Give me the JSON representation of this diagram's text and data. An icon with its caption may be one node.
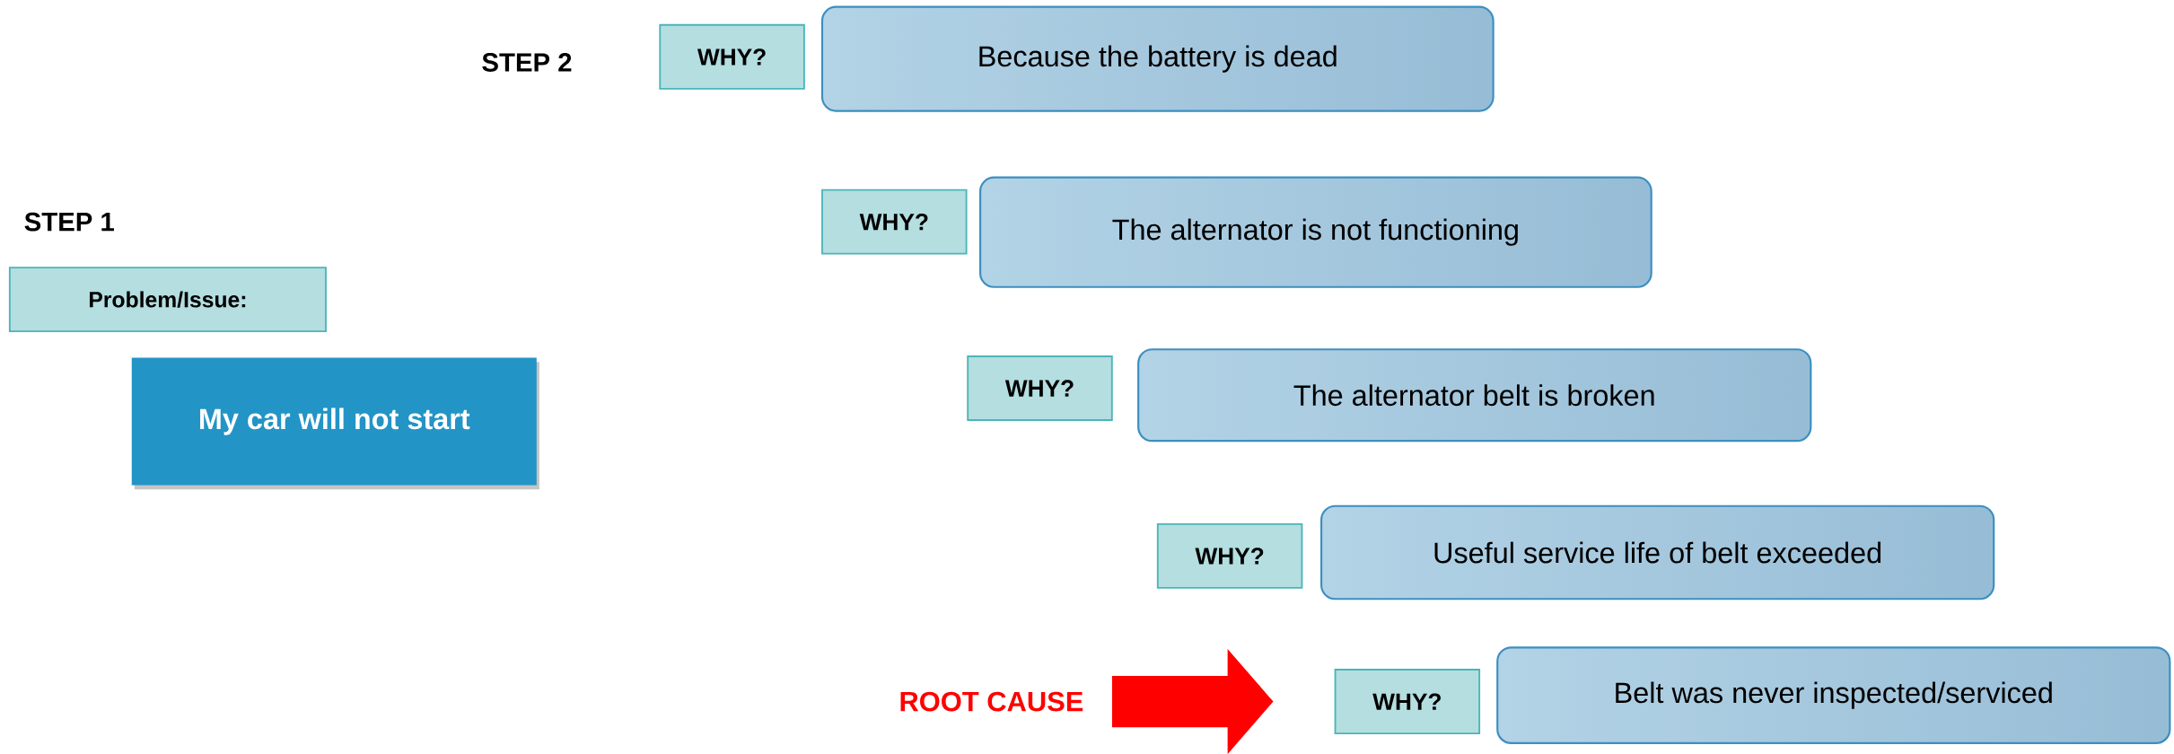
{
  "diagram": {
    "nodes": [
      {
        "text": [
          "WHY?"
        ]
      },
      {
        "text": [
          "Because the battery is dead"
        ]
      },
      {
        "text": [
          "WHY?"
        ]
      },
      {
        "text": [
          "The alternator is not functioning"
        ]
      },
      {
        "text": [
          "Problem/Issue:"
        ]
      },
      {
        "text": [
          "My car will not start"
        ]
      },
      {
        "text": [
          "WHY?"
        ]
      },
      {
        "text": [
          "The alternator belt is broken"
        ]
      },
      {
        "text": [
          "WHY?"
        ]
      },
      {
        "text": [
          "Useful service life of belt exceeded"
        ]
      },
      {
        "text": [
          "ROOT CAUSE"
        ]
      },
      {
        "text": [
          "WHY?"
        ]
      },
      {
        "text": [
          "Belt was never inspected/serviced"
        ]
      }
    ],
    "edges": [
      {
        "from": 10,
        "to": 11,
        "arrow": "to",
        "color": "#ff0000"
      }
    ],
    "labels": [
      "STEP 2",
      "STEP 1"
    ]
  }
}
